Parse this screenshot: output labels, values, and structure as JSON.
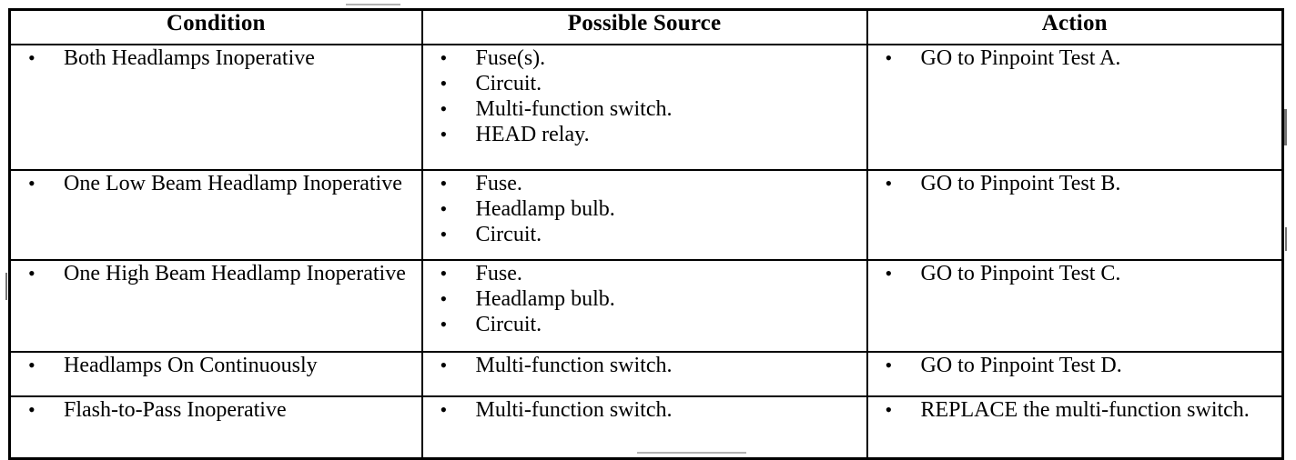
{
  "document": {
    "type": "diagnostic-table",
    "bullet_glyph": "•",
    "ink_color": "#000000",
    "page_color": "#ffffff"
  },
  "table": {
    "headers": [
      {
        "label": "Condition"
      },
      {
        "label": "Possible Source"
      },
      {
        "label": "Action"
      }
    ],
    "rows": [
      {
        "condition": [
          "Both Headlamps Inoperative"
        ],
        "possible_source": [
          "Fuse(s).",
          "Circuit.",
          "Multi-function switch.",
          "HEAD relay."
        ],
        "action": [
          "GO to Pinpoint Test A."
        ]
      },
      {
        "condition": [
          "One Low Beam Headlamp Inoperative"
        ],
        "possible_source": [
          "Fuse.",
          "Headlamp bulb.",
          "Circuit."
        ],
        "action": [
          "GO to Pinpoint Test B."
        ]
      },
      {
        "condition": [
          "One High Beam Headlamp Inoperative"
        ],
        "possible_source": [
          "Fuse.",
          "Headlamp bulb.",
          "Circuit."
        ],
        "action": [
          "GO to Pinpoint Test C."
        ]
      },
      {
        "condition": [
          "Headlamps On Continuously"
        ],
        "possible_source": [
          "Multi-function switch."
        ],
        "action": [
          "GO to Pinpoint Test D."
        ]
      },
      {
        "condition": [
          "Flash-to-Pass Inoperative"
        ],
        "possible_source": [
          "Multi-function switch."
        ],
        "action": [
          "REPLACE the multi-function switch."
        ]
      }
    ]
  }
}
